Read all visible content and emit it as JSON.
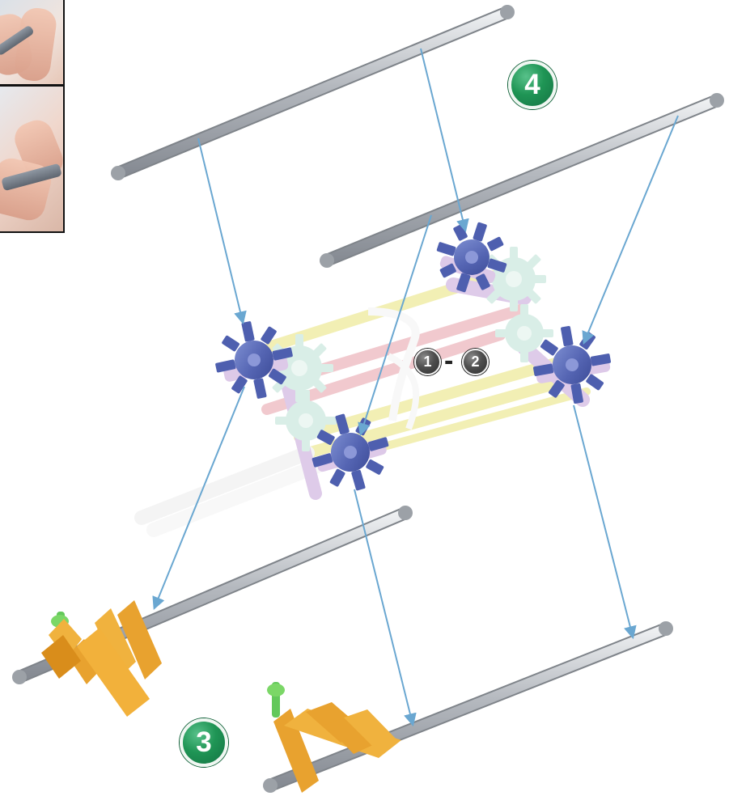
{
  "diagram": {
    "step_labels": {
      "step_3": "3",
      "step_4": "4"
    },
    "range_indicator": {
      "start": "1",
      "separator": "-",
      "end": "2"
    },
    "colors": {
      "rod_gray": "#a8adb3",
      "rod_highlight": "#e8eaee",
      "gear_blue": "#5565b3",
      "gear_dark": "#3d4c98",
      "arrow_blue": "#6aa7d1",
      "orange_part": "#e8a22f",
      "green_cap": "#69c95a",
      "faded_yellow": "#f2efb0",
      "faded_pink": "#f1c7cc",
      "faded_mint": "#d8eee6",
      "faded_lavender": "#ddc9e8",
      "badge_green": "#1f9555",
      "badge_gray": "#4f4f4f"
    },
    "icons": {
      "inset_photo": "hand-assembly-photo",
      "rods": "gray-rod-icon",
      "gears": "blue-gear-icon",
      "arrows": "arrow-icon"
    }
  }
}
